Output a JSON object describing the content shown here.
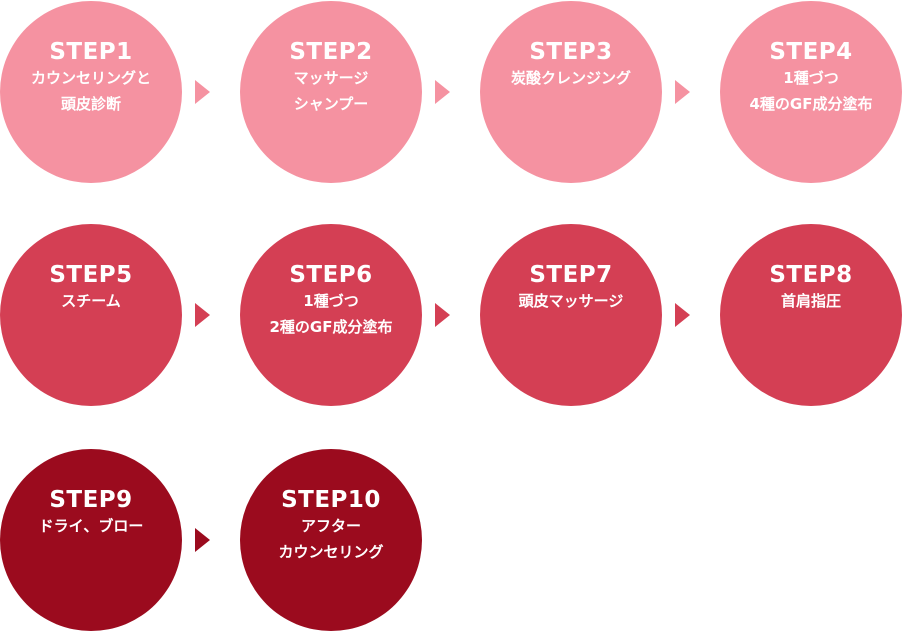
{
  "steps": [
    {
      "title": "STEP1",
      "lines": [
        "カウンセリングと",
        "頭皮診断"
      ]
    },
    {
      "title": "STEP2",
      "lines": [
        "マッサージ",
        "シャンプー"
      ]
    },
    {
      "title": "STEP3",
      "lines": [
        "炭酸クレンジング",
        ""
      ]
    },
    {
      "title": "STEP4",
      "lines": [
        "1種づつ",
        "4種のGF成分塗布"
      ]
    },
    {
      "title": "STEP5",
      "lines": [
        "スチーム",
        ""
      ]
    },
    {
      "title": "STEP6",
      "lines": [
        "1種づつ",
        "2種のGF成分塗布"
      ]
    },
    {
      "title": "STEP7",
      "lines": [
        "頭皮マッサージ",
        ""
      ]
    },
    {
      "title": "STEP8",
      "lines": [
        "首肩指圧",
        ""
      ]
    },
    {
      "title": "STEP9",
      "lines": [
        "ドライ、ブロー",
        ""
      ]
    },
    {
      "title": "STEP10",
      "lines": [
        "アフター",
        "カウンセリング"
      ]
    }
  ],
  "colors": {
    "row1": "#f592a1",
    "row2": "#d43f54",
    "row3": "#9b0b1e"
  },
  "icons": {
    "connector": "triangle-right-icon"
  }
}
